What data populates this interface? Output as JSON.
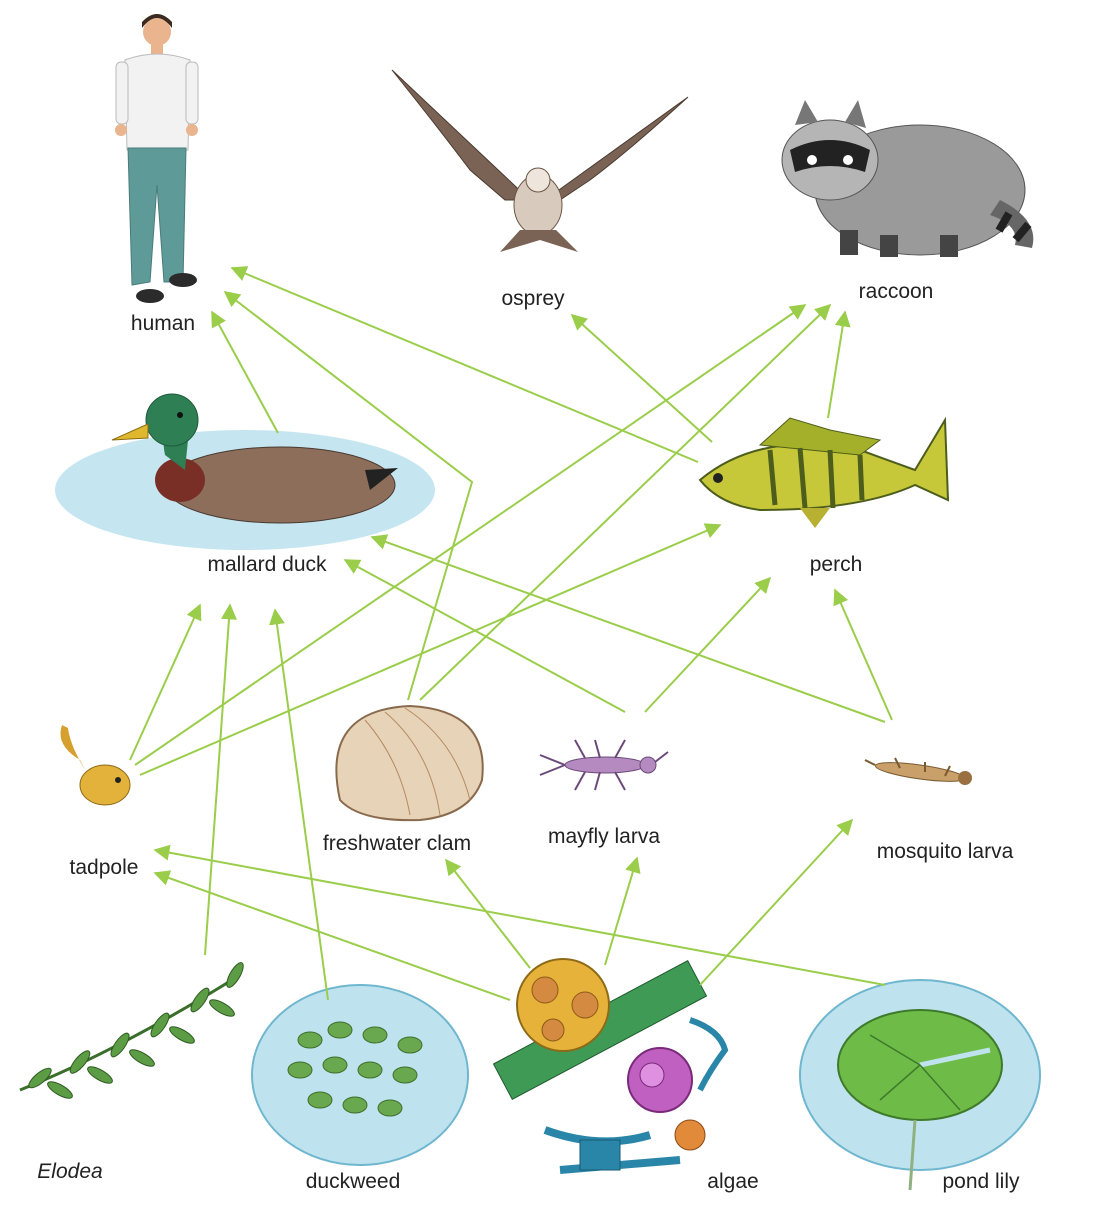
{
  "organisms": {
    "human": "human",
    "osprey": "osprey",
    "raccoon": "raccoon",
    "mallard_duck": "mallard duck",
    "perch": "perch",
    "tadpole": "tadpole",
    "freshwater_clam": "freshwater clam",
    "mayfly_larva": "mayfly larva",
    "mosquito_larva": "mosquito larva",
    "elodea": "Elodea",
    "duckweed": "duckweed",
    "algae": "algae",
    "pond_lily": "pond lily"
  },
  "colors": {
    "arrow": "#9acd4a",
    "water": "#bfe3ee",
    "plant": "#4d8a3a"
  },
  "feeding_links": [
    [
      "elodea",
      "mallard_duck"
    ],
    [
      "duckweed",
      "mallard_duck"
    ],
    [
      "tadpole",
      "mallard_duck"
    ],
    [
      "tadpole",
      "raccoon"
    ],
    [
      "tadpole",
      "perch"
    ],
    [
      "freshwater_clam",
      "human"
    ],
    [
      "freshwater_clam",
      "raccoon"
    ],
    [
      "mayfly_larva",
      "mallard_duck"
    ],
    [
      "mayfly_larva",
      "perch"
    ],
    [
      "mosquito_larva",
      "mallard_duck"
    ],
    [
      "mosquito_larva",
      "perch"
    ],
    [
      "mallard_duck",
      "human"
    ],
    [
      "perch",
      "human"
    ],
    [
      "perch",
      "osprey"
    ],
    [
      "perch",
      "raccoon"
    ],
    [
      "algae",
      "tadpole"
    ],
    [
      "algae",
      "freshwater_clam"
    ],
    [
      "algae",
      "mayfly_larva"
    ],
    [
      "algae",
      "mosquito_larva"
    ],
    [
      "pond_lily",
      "tadpole"
    ]
  ]
}
